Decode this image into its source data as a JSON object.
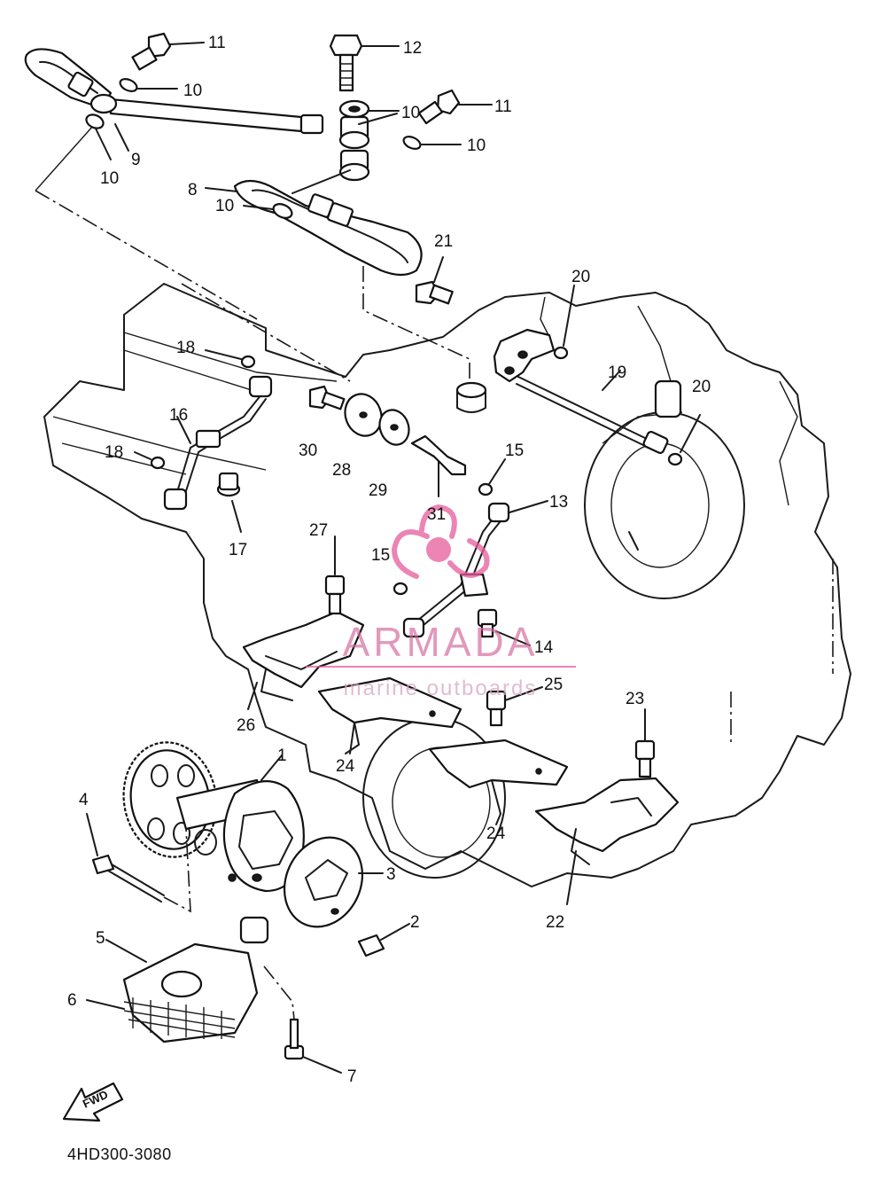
{
  "diagram_code": "4HD300-3080",
  "fwd_label": "FWD",
  "watermark": {
    "brand": "ARMADA",
    "tagline": "marine outboards",
    "color": "#e65c9c"
  },
  "callouts": [
    {
      "id": "c1",
      "text": "1"
    },
    {
      "id": "c2",
      "text": "2"
    },
    {
      "id": "c3",
      "text": "3"
    },
    {
      "id": "c4",
      "text": "4"
    },
    {
      "id": "c5",
      "text": "5"
    },
    {
      "id": "c6",
      "text": "6"
    },
    {
      "id": "c7",
      "text": "7"
    },
    {
      "id": "c8",
      "text": "8"
    },
    {
      "id": "c9",
      "text": "9"
    },
    {
      "id": "c10a",
      "text": "10"
    },
    {
      "id": "c10b",
      "text": "10"
    },
    {
      "id": "c10c",
      "text": "10"
    },
    {
      "id": "c10d",
      "text": "10"
    },
    {
      "id": "c10e",
      "text": "10"
    },
    {
      "id": "c11a",
      "text": "11"
    },
    {
      "id": "c11b",
      "text": "11"
    },
    {
      "id": "c12",
      "text": "12"
    },
    {
      "id": "c13",
      "text": "13"
    },
    {
      "id": "c14",
      "text": "14"
    },
    {
      "id": "c15a",
      "text": "15"
    },
    {
      "id": "c15b",
      "text": "15"
    },
    {
      "id": "c16",
      "text": "16"
    },
    {
      "id": "c17",
      "text": "17"
    },
    {
      "id": "c18a",
      "text": "18"
    },
    {
      "id": "c18b",
      "text": "18"
    },
    {
      "id": "c19",
      "text": "19"
    },
    {
      "id": "c20a",
      "text": "20"
    },
    {
      "id": "c20b",
      "text": "20"
    },
    {
      "id": "c21",
      "text": "21"
    },
    {
      "id": "c22",
      "text": "22"
    },
    {
      "id": "c23",
      "text": "23"
    },
    {
      "id": "c24a",
      "text": "24"
    },
    {
      "id": "c24b",
      "text": "24"
    },
    {
      "id": "c25",
      "text": "25"
    },
    {
      "id": "c26",
      "text": "26"
    },
    {
      "id": "c27",
      "text": "27"
    },
    {
      "id": "c28",
      "text": "28"
    },
    {
      "id": "c29",
      "text": "29"
    },
    {
      "id": "c30",
      "text": "30"
    },
    {
      "id": "c31",
      "text": "31"
    }
  ]
}
